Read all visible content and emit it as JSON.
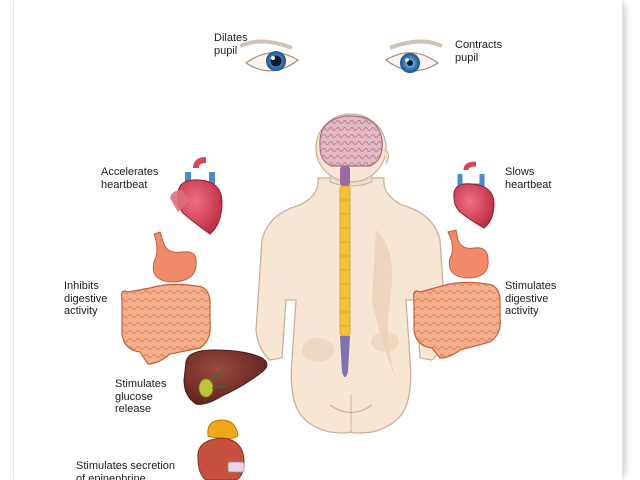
{
  "labels": {
    "dilates_pupil": "Dilates\npupil",
    "contracts_pupil": "Contracts\npupil",
    "accelerates_heartbeat": "Accelerates\nheartbeat",
    "slows_heartbeat": "Slows\nheartbeat",
    "inhibits_digestive": "Inhibits\ndigestive\nactivity",
    "stimulates_digestive": "Stimulates\ndigestive\nactivity",
    "stimulates_glucose": "Stimulates\nglucose\nrelease",
    "stimulates_epinephrine": "Stimulates secretion\nof epinephrine"
  },
  "icons": {
    "left_eye": "eye-icon",
    "right_eye": "eye-icon",
    "left_heart": "heart-icon",
    "right_heart": "heart-icon",
    "left_stomach": "stomach-intestine-icon",
    "right_stomach": "stomach-intestine-icon",
    "liver": "liver-icon",
    "adrenal": "kidney-adrenal-icon",
    "body": "human-torso-nervous-system"
  },
  "colors": {
    "skin": "#f7e6d3",
    "brain": "#d9a8b5",
    "cervical_spine": "#9a6aa0",
    "thoracic_spine": "#f2c33a",
    "lumbar_spine": "#7e73b0",
    "heart": "#d9465a",
    "intestine": "#f2a57e",
    "liver": "#7a2f2a",
    "kidney": "#c7513f",
    "adrenal": "#f0a818",
    "iris": "#3d7fc1"
  }
}
